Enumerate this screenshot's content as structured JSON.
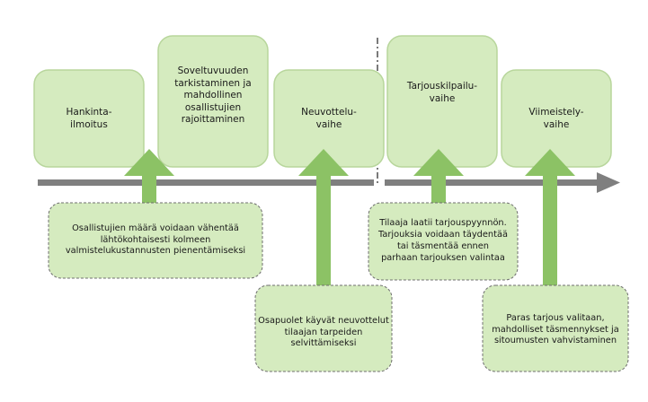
{
  "colors": {
    "box_fill": "#d5ebbf",
    "box_stroke": "#b8d69c",
    "arrow_fill": "#8cc265",
    "timeline": "#7f7f7f",
    "note_stroke": "#6f6f6f",
    "divider": "#222222"
  },
  "phases": [
    {
      "label": "Hankinta-\nilmoitus"
    },
    {
      "label": "Soveltuvuuden\ntarkistaminen ja\nmahdollinen\nosallistujien\nrajoittaminen"
    },
    {
      "label": "Neuvottelu-\nvaihe"
    },
    {
      "label": "Tarjouskilpailu-\nvaihe"
    },
    {
      "label": "Viimeistely-\nvaihe"
    }
  ],
  "notes": [
    {
      "text": "Osallistujien määrä voidaan vähentää\nlähtökohtaisesti kolmeen\nvalmistelukustannusten pienentämiseksi"
    },
    {
      "text": "Osapuolet käyvät neuvottelut\ntilaajan tarpeiden\nselvittämiseksi"
    },
    {
      "text": "Tilaaja laatii tarjouspyynnön.\nTarjouksia voidaan täydentää\ntai täsmentää ennen\nparhaan tarjouksen valintaa"
    },
    {
      "text": "Paras tarjous valitaan,\nmahdolliset täsmennykset ja\nsitoumusten vahvistaminen"
    }
  ]
}
